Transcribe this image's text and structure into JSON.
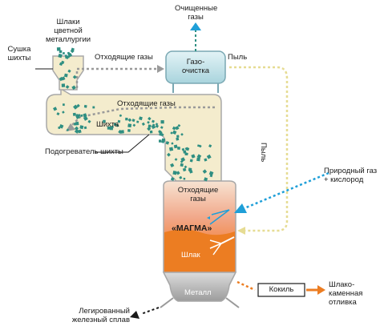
{
  "labels": {
    "purified_gases": [
      "Очищенные",
      "газы"
    ],
    "nonferrous_slag": [
      "Шлаки",
      "цветной",
      "металлургии"
    ],
    "charge_drying": [
      "Сушка",
      "шихты"
    ],
    "off_gases_top": "Отходящие газы",
    "gas_cleaning": [
      "Газо-",
      "очистка"
    ],
    "dust_top": "Пыль",
    "off_gases_preheater": "Отходящие газы",
    "charge": "Шихта",
    "charge_preheater": "Подогреватель шихты",
    "dust_side": "Пыль",
    "natural_gas": [
      "Природный газ",
      "+ кислород"
    ],
    "off_gases_furnace": [
      "Отходящие",
      "газы"
    ],
    "magma": "«МАГМА»",
    "slag": "Шлак",
    "metal": "Металл",
    "chill_mold": "Кокиль",
    "slag_stone_casting": [
      "Шлако-",
      "каменная",
      "отливка"
    ],
    "alloyed_iron": [
      "Легированный",
      "железный сплав"
    ]
  },
  "colors": {
    "vessel_fill": "#f4eccd",
    "vessel_stroke": "#a8a8a8",
    "dot_teal": "#2f8f82",
    "gas_blue": "#1f9fd8",
    "cleaner_fill": "#c9e6ec",
    "dust_yellow": "#ede4a6",
    "slag_orange": "#ec7d22",
    "hot_pink": "#f2b79c",
    "metal_gray": "#bcbcbc",
    "arrow_gray": "#9a9a9a"
  }
}
